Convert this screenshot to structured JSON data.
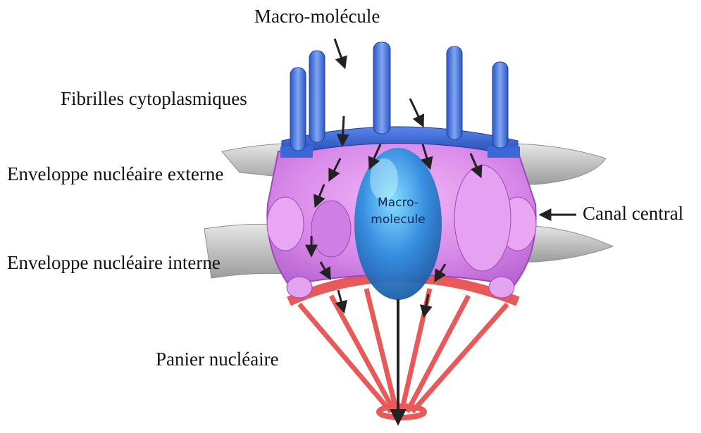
{
  "title": "Macro-molécule",
  "labels": {
    "fibrilles": "Fibrilles cytoplasmiques",
    "externe": "Enveloppe nucléaire externe",
    "interne": "Enveloppe nucléaire interne",
    "panier": "Panier nucléaire",
    "canal": "Canal central"
  },
  "inner_label": {
    "line1": "Macro-",
    "line2": "molecule"
  },
  "colors": {
    "fibril_blue": "#3f6fd8",
    "ring_blue": "#2f5fd0",
    "complex_pink": "#d889e8",
    "basket_red": "#e85a5a",
    "membrane_grey": "#cfcfcf",
    "molecule_blue": "#3c9be0"
  }
}
